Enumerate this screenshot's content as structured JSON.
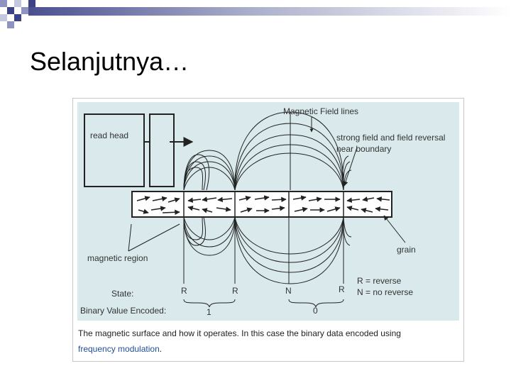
{
  "slide": {
    "title": "Selanjutnya…"
  },
  "diagram": {
    "labels": {
      "read_head": "read head",
      "field_lines": "Magnetic Field lines",
      "reversal_line1": "strong field and field reversal",
      "reversal_line2": "near boundary",
      "magnetic_region": "magnetic region",
      "grain": "grain",
      "state": "State:",
      "binary_value": "Binary Value Encoded:",
      "legend_r": "R = reverse",
      "legend_n": "N = no reverse"
    },
    "states": [
      "R",
      "R",
      "N",
      "R"
    ],
    "bits": [
      "1",
      "0"
    ]
  },
  "caption": {
    "text": "The magnetic surface and how it operates. In this case the binary data encoded using",
    "link": "frequency modulation",
    "end": "."
  },
  "colors": {
    "diagram_bg": "#d9e9ec",
    "ink": "#222222",
    "link": "#1f4e9a"
  }
}
